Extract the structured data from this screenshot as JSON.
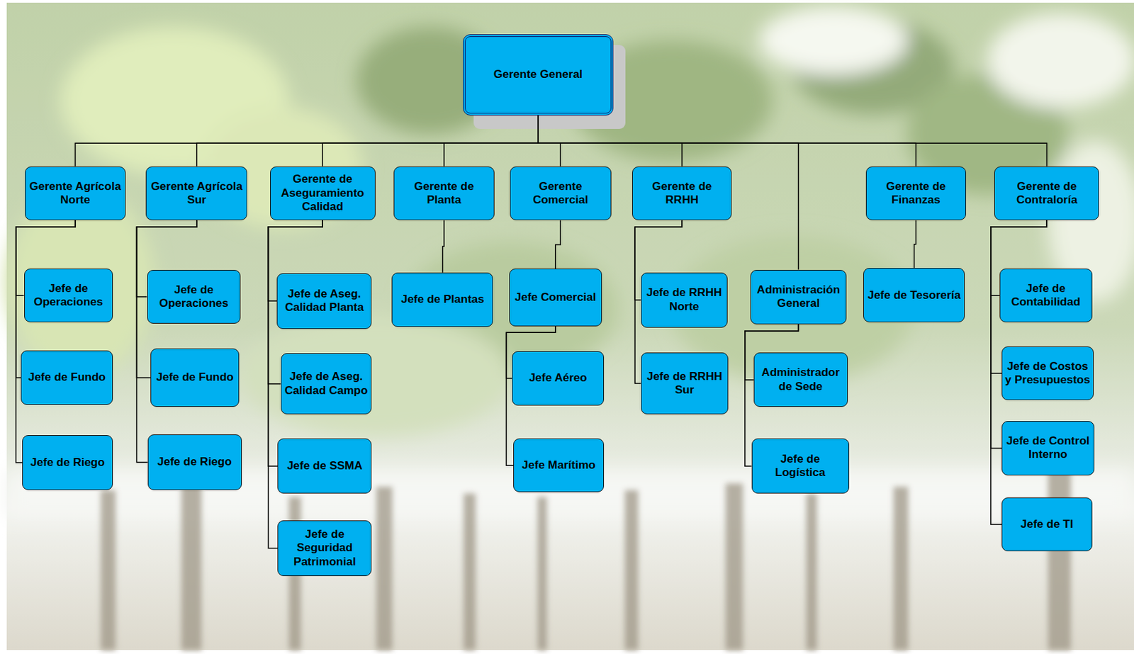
{
  "diagram": {
    "nodes": [
      {
        "text": [
          "Gerente General"
        ]
      },
      {
        "text": [
          "Gerente Agrícola Norte"
        ]
      },
      {
        "text": [
          "Jefe de Operaciones"
        ]
      },
      {
        "text": [
          "Jefe de Fundo"
        ]
      },
      {
        "text": [
          "Jefe de Riego"
        ]
      },
      {
        "text": [
          "Gerente Agrícola Sur"
        ]
      },
      {
        "text": [
          "Jefe de Operaciones"
        ]
      },
      {
        "text": [
          "Jefe de Fundo"
        ]
      },
      {
        "text": [
          "Jefe de Riego"
        ]
      },
      {
        "text": [
          "Gerente de Aseguramiento Calidad"
        ]
      },
      {
        "text": [
          "Jefe de Aseg. Calidad Planta"
        ]
      },
      {
        "text": [
          "Jefe de Aseg. Calidad Campo"
        ]
      },
      {
        "text": [
          "Jefe de SSMA"
        ]
      },
      {
        "text": [
          "Jefe de Seguridad Patrimonial"
        ]
      },
      {
        "text": [
          "Gerente de Planta"
        ]
      },
      {
        "text": [
          "Jefe de Plantas"
        ]
      },
      {
        "text": [
          "Gerente Comercial"
        ]
      },
      {
        "text": [
          "Jefe Comercial"
        ]
      },
      {
        "text": [
          "Jefe Aéreo"
        ]
      },
      {
        "text": [
          "Jefe Marítimo"
        ]
      },
      {
        "text": [
          "Gerente de RRHH"
        ]
      },
      {
        "text": [
          "Jefe de RRHH Norte"
        ]
      },
      {
        "text": [
          "Jefe de RRHH Sur"
        ]
      },
      {
        "text": [
          "Administración General"
        ]
      },
      {
        "text": [
          "Administrador de Sede"
        ]
      },
      {
        "text": [
          "Jefe de Logística"
        ]
      },
      {
        "text": [
          "Gerente de Finanzas"
        ]
      },
      {
        "text": [
          "Jefe de Tesorería"
        ]
      },
      {
        "text": [
          "Gerente de Contraloría"
        ]
      },
      {
        "text": [
          "Jefe de Contabilidad"
        ]
      },
      {
        "text": [
          "Jefe de Costos y Presupuestos"
        ]
      },
      {
        "text": [
          "Jefe de Control Interno"
        ]
      },
      {
        "text": [
          "Jefe de TI"
        ]
      }
    ],
    "edges": [
      {
        "from": 0,
        "to": 1,
        "arrow": "none"
      },
      {
        "from": 0,
        "to": 5,
        "arrow": "none"
      },
      {
        "from": 0,
        "to": 9,
        "arrow": "none"
      },
      {
        "from": 0,
        "to": 14,
        "arrow": "none"
      },
      {
        "from": 0,
        "to": 16,
        "arrow": "none"
      },
      {
        "from": 0,
        "to": 20,
        "arrow": "none"
      },
      {
        "from": 0,
        "to": 23,
        "arrow": "none"
      },
      {
        "from": 0,
        "to": 26,
        "arrow": "none"
      },
      {
        "from": 0,
        "to": 28,
        "arrow": "none"
      },
      {
        "from": 1,
        "to": 2,
        "arrow": "none"
      },
      {
        "from": 1,
        "to": 3,
        "arrow": "none"
      },
      {
        "from": 1,
        "to": 4,
        "arrow": "none"
      },
      {
        "from": 5,
        "to": 6,
        "arrow": "none"
      },
      {
        "from": 5,
        "to": 7,
        "arrow": "none"
      },
      {
        "from": 5,
        "to": 8,
        "arrow": "none"
      },
      {
        "from": 9,
        "to": 10,
        "arrow": "none"
      },
      {
        "from": 9,
        "to": 11,
        "arrow": "none"
      },
      {
        "from": 9,
        "to": 12,
        "arrow": "none"
      },
      {
        "from": 9,
        "to": 13,
        "arrow": "none"
      },
      {
        "from": 14,
        "to": 15,
        "arrow": "none"
      },
      {
        "from": 16,
        "to": 17,
        "arrow": "none"
      },
      {
        "from": 17,
        "to": 18,
        "arrow": "none"
      },
      {
        "from": 17,
        "to": 19,
        "arrow": "none"
      },
      {
        "from": 20,
        "to": 21,
        "arrow": "none"
      },
      {
        "from": 20,
        "to": 22,
        "arrow": "none"
      },
      {
        "from": 23,
        "to": 24,
        "arrow": "none"
      },
      {
        "from": 23,
        "to": 25,
        "arrow": "none"
      },
      {
        "from": 26,
        "to": 27,
        "arrow": "none"
      },
      {
        "from": 28,
        "to": 29,
        "arrow": "none"
      },
      {
        "from": 28,
        "to": 30,
        "arrow": "none"
      },
      {
        "from": 28,
        "to": 31,
        "arrow": "none"
      },
      {
        "from": 28,
        "to": 32,
        "arrow": "none"
      }
    ]
  }
}
